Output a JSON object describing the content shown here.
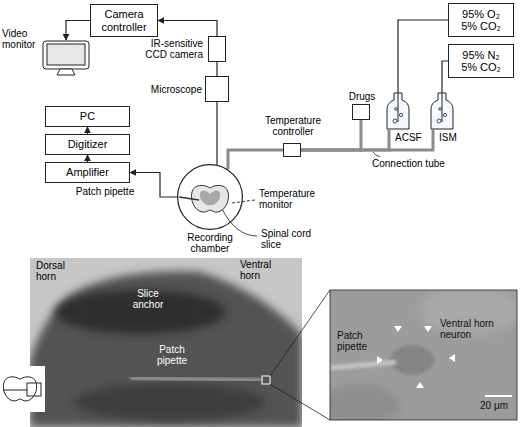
{
  "diagram": {
    "nodes": [
      {
        "text": [
          "Camera controller"
        ]
      },
      {
        "text": [
          "95% O₂ 5% CO₂"
        ]
      },
      {
        "text": [
          "Video monitor"
        ]
      },
      {
        "text": [
          "IR-sensitive CCD camera"
        ]
      },
      {
        "text": [
          "95% N₂ 5% CO₂"
        ]
      },
      {
        "text": [
          "Microscope"
        ]
      },
      {
        "text": [
          "Drugs"
        ]
      },
      {
        "text": [
          "ACSF"
        ]
      },
      {
        "text": [
          "ISM"
        ]
      },
      {
        "text": [
          "PC"
        ]
      },
      {
        "text": [
          "Temperature controller"
        ]
      },
      {
        "text": [
          "Digitizer"
        ]
      },
      {
        "text": [
          "Amplifier"
        ]
      },
      {
        "text": [
          "Recording chamber"
        ]
      }
    ],
    "edges": [
      {
        "from": 0,
        "to": 2,
        "arrow": "to"
      },
      {
        "from": 3,
        "to": 0,
        "arrow": "to"
      },
      {
        "from": 5,
        "to": 3,
        "arrow": "none"
      },
      {
        "from": 5,
        "to": 13,
        "arrow": "none"
      },
      {
        "from": 1,
        "to": 7,
        "arrow": "none"
      },
      {
        "from": 4,
        "to": 8,
        "arrow": "none"
      },
      {
        "from": 6,
        "to": 10,
        "arrow": "none"
      },
      {
        "from": 7,
        "to": 10,
        "arrow": "none"
      },
      {
        "from": 8,
        "to": 10,
        "arrow": "none"
      },
      {
        "from": 10,
        "to": 13,
        "arrow": "none"
      },
      {
        "from": 11,
        "to": 9,
        "arrow": "to"
      },
      {
        "from": 12,
        "to": 11,
        "arrow": "to"
      },
      {
        "from": 13,
        "to": 12,
        "arrow": "to"
      }
    ],
    "labels": [
      "Patch pipette",
      "Temperature monitor",
      "Connection tube",
      "Spinal cord slice",
      "Dorsal horn",
      "Slice anchor",
      "Ventral horn",
      "Patch pipette",
      "Patch pipette",
      "Ventral horn neuron",
      "20 μm"
    ]
  }
}
